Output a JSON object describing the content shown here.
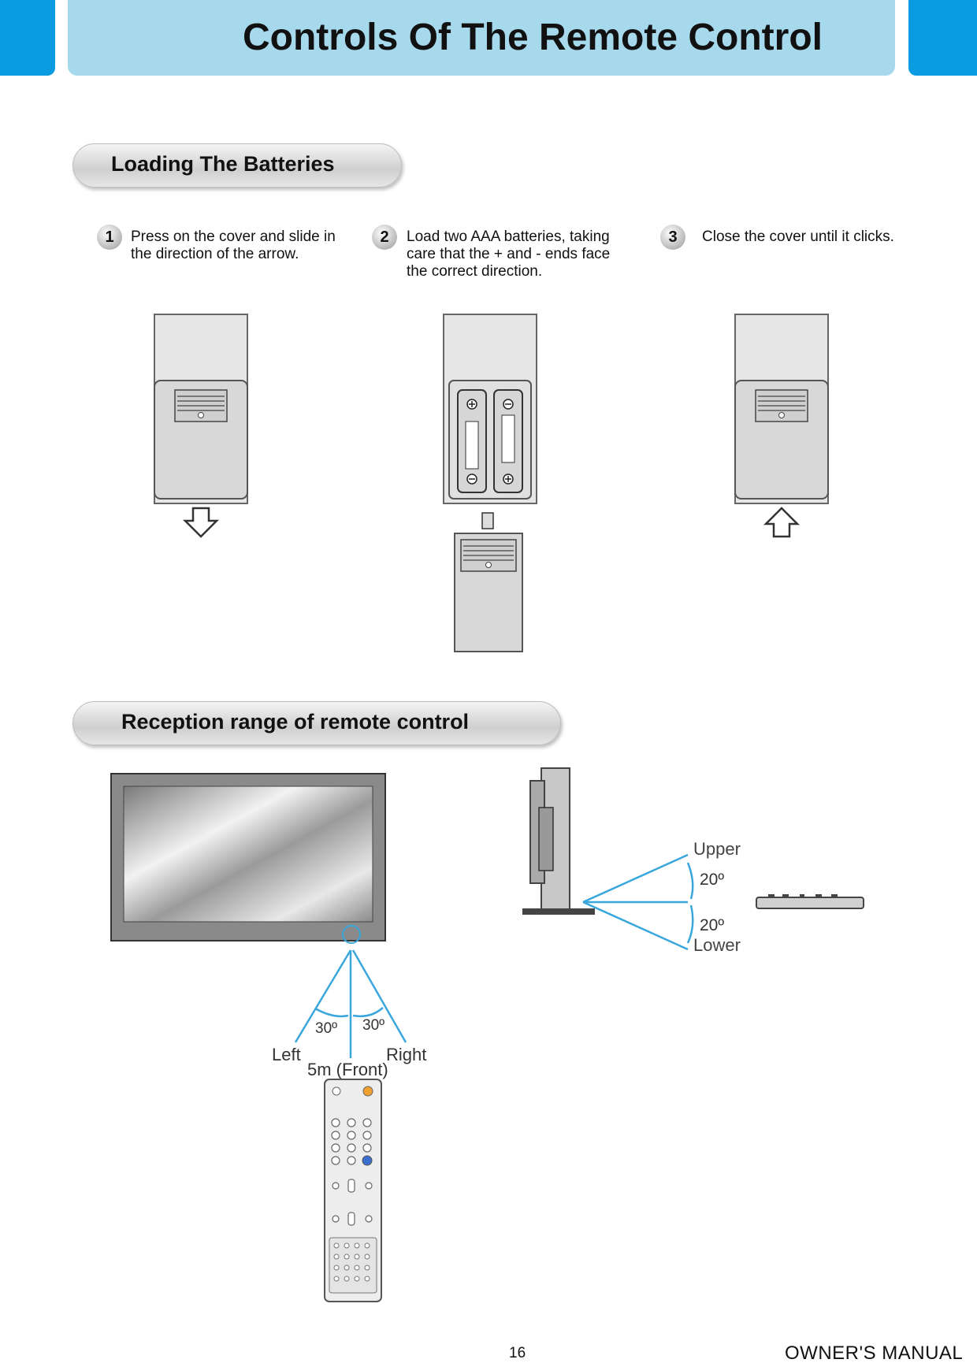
{
  "header": {
    "title": "Controls Of The Remote Control"
  },
  "sections": {
    "batteries": {
      "title": "Loading The Batteries",
      "steps": [
        {
          "num": "1",
          "text": "Press on the cover and slide in the direction of the arrow."
        },
        {
          "num": "2",
          "text": "Load two AAA batteries, taking care that the + and - ends face the correct direction."
        },
        {
          "num": "3",
          "text": "Close the cover until it clicks."
        }
      ]
    },
    "reception": {
      "title": "Reception range of remote control",
      "labels": {
        "left": "Left",
        "right": "Right",
        "front": "5m (Front)",
        "angle_left": "30º",
        "angle_right": "30º",
        "upper": "Upper",
        "lower": "Lower",
        "angle_upper": "20º",
        "angle_lower": "20º"
      }
    }
  },
  "footer": {
    "page_number": "16",
    "manual": "OWNER'S MANUAL"
  },
  "colors": {
    "header_dark": "#0a9be0",
    "header_light": "#a7d9ec",
    "range_line": "#3aa7dc"
  }
}
